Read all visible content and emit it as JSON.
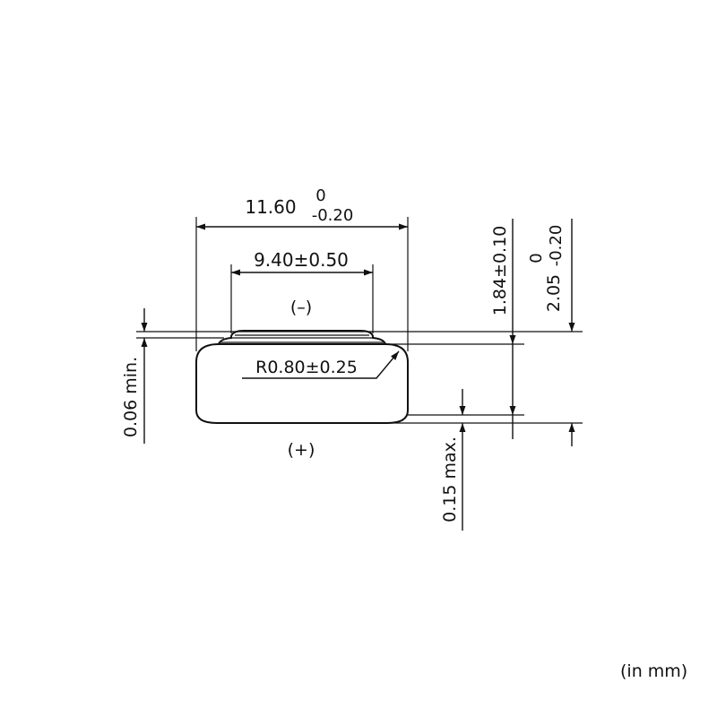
{
  "diagram": {
    "dimensions": {
      "outer_diameter": {
        "value": "11.60",
        "tol_upper": "0",
        "tol_lower": "-0.20"
      },
      "inner_diameter": "9.40±0.50",
      "radius": "R0.80±0.25",
      "body_height": "1.84±0.10",
      "total_height": {
        "value": "2.05",
        "tol_upper": "0",
        "tol_lower": "-0.20"
      },
      "gap_min": "0.06 min.",
      "gap_max": "0.15 max."
    },
    "polarity": {
      "negative": "(–)",
      "positive": "(+)"
    },
    "unit_note": "(in mm)"
  }
}
